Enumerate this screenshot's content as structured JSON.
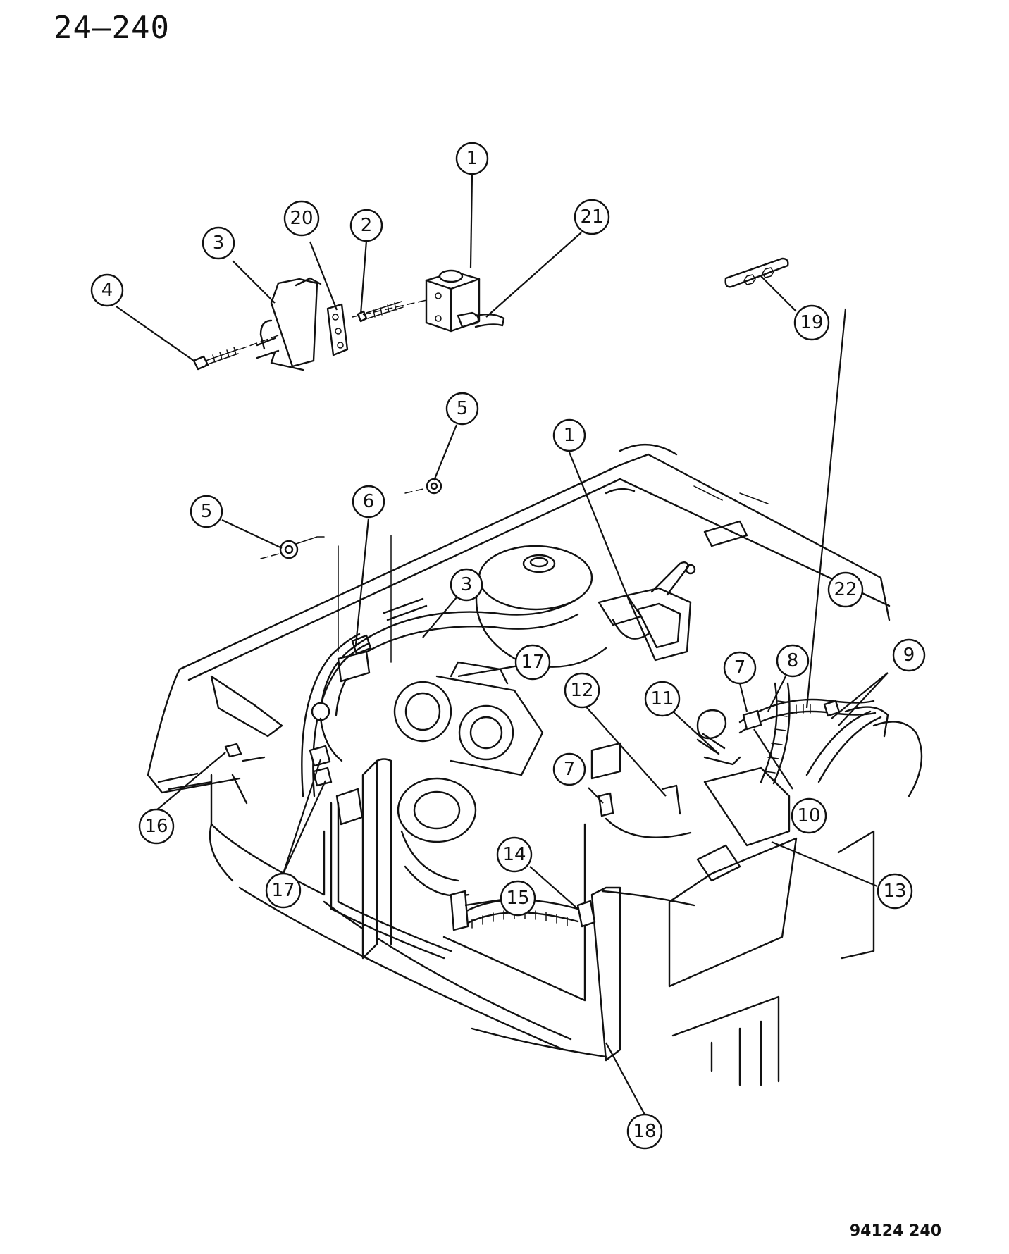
{
  "page": {
    "title": "24–240",
    "figure_code": "94124  240"
  },
  "callouts": [
    {
      "id": "c1",
      "label": "1"
    },
    {
      "id": "c2",
      "label": "2"
    },
    {
      "id": "c3",
      "label": "3"
    },
    {
      "id": "c4",
      "label": "4"
    },
    {
      "id": "c20",
      "label": "20"
    },
    {
      "id": "c21",
      "label": "21"
    },
    {
      "id": "c19",
      "label": "19"
    },
    {
      "id": "c5a",
      "label": "5"
    },
    {
      "id": "c5b",
      "label": "5"
    },
    {
      "id": "c6",
      "label": "6"
    },
    {
      "id": "c1b",
      "label": "1"
    },
    {
      "id": "c3b",
      "label": "3"
    },
    {
      "id": "c17a",
      "label": "17"
    },
    {
      "id": "c22",
      "label": "22"
    },
    {
      "id": "c7a",
      "label": "7"
    },
    {
      "id": "c8",
      "label": "8"
    },
    {
      "id": "c9",
      "label": "9"
    },
    {
      "id": "c12",
      "label": "12"
    },
    {
      "id": "c11",
      "label": "11"
    },
    {
      "id": "c10",
      "label": "10"
    },
    {
      "id": "c7b",
      "label": "7"
    },
    {
      "id": "c16",
      "label": "16"
    },
    {
      "id": "c17b",
      "label": "17"
    },
    {
      "id": "c14",
      "label": "14"
    },
    {
      "id": "c15",
      "label": "15"
    },
    {
      "id": "c13",
      "label": "13"
    },
    {
      "id": "c18",
      "label": "18"
    }
  ]
}
